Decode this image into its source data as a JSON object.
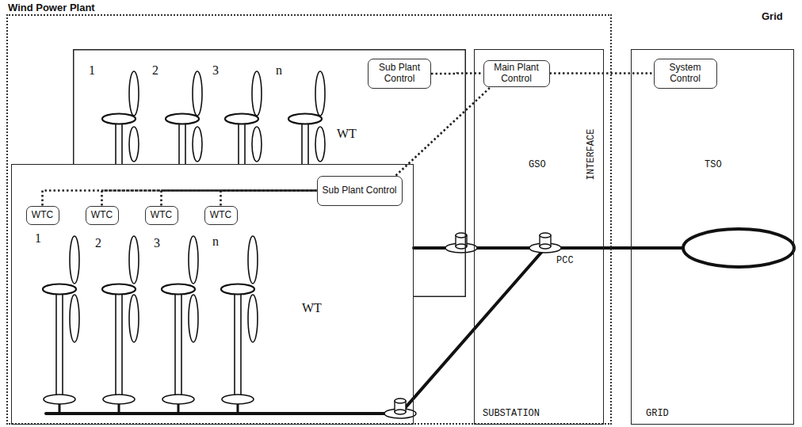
{
  "diagram": {
    "nodes": [
      {
        "text": [
          "Wind Power Plant"
        ]
      },
      {
        "text": [
          "WT"
        ],
        "in": 0
      },
      {
        "text": [
          "Sub Plant Control"
        ],
        "in": 1
      },
      {
        "text": [
          "WT"
        ],
        "in": 0
      },
      {
        "text": [
          "WTC"
        ],
        "in": 3
      },
      {
        "text": [
          "WTC"
        ],
        "in": 3
      },
      {
        "text": [
          "WTC"
        ],
        "in": 3
      },
      {
        "text": [
          "WTC"
        ],
        "in": 3
      },
      {
        "text": [
          "Sub Plant Control"
        ],
        "in": 3
      },
      {
        "text": [
          "GSO",
          "SUBSTATION"
        ],
        "in": 0
      },
      {
        "text": [
          "Main Plant Control"
        ],
        "in": 9
      },
      {
        "text": [
          "Grid",
          "TSO",
          "GRID"
        ]
      },
      {
        "text": [
          "System Control"
        ],
        "in": 11
      }
    ],
    "edges": [
      {
        "from": 2,
        "to": 10,
        "arrow": "none"
      },
      {
        "from": 10,
        "to": 12,
        "arrow": "none"
      },
      {
        "from": 4,
        "to": 8,
        "arrow": "none"
      },
      {
        "from": 5,
        "to": 8,
        "arrow": "none"
      },
      {
        "from": 6,
        "to": 8,
        "arrow": "none"
      },
      {
        "from": 7,
        "to": 8,
        "arrow": "none"
      },
      {
        "from": 8,
        "to": 10,
        "arrow": "none"
      }
    ],
    "labels": [
      "1",
      "2",
      "3",
      "n",
      "1",
      "2",
      "3",
      "n",
      "PCC",
      "INTERFACE"
    ]
  }
}
